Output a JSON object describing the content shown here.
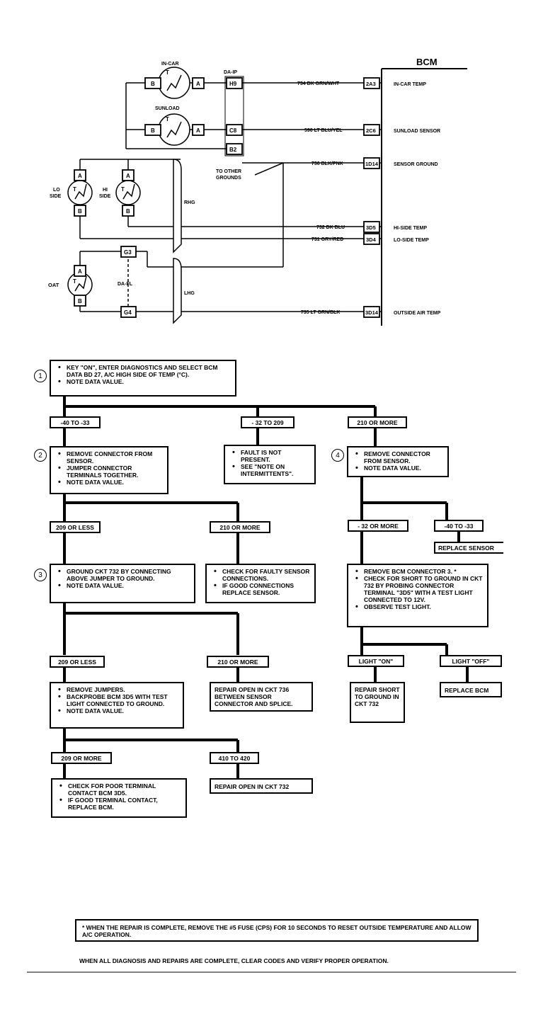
{
  "wiring": {
    "bcm_title": "BCM",
    "in_car": {
      "label": "IN-CAR",
      "pin_b": "B",
      "pin_a": "A",
      "t": "T"
    },
    "sunload": {
      "label": "SUNLOAD",
      "pin_b": "B",
      "pin_a": "A",
      "t": "T"
    },
    "connector_title": "DA-IP",
    "connector_pins": [
      "H9",
      "C8",
      "B2"
    ],
    "circuits": [
      {
        "wire": "734 DK GRN/WHT",
        "pin": "2A3",
        "desc": "IN-CAR TEMP"
      },
      {
        "wire": "590 LT BLU/YEL",
        "pin": "2C6",
        "desc": "SUNLOAD SENSOR"
      },
      {
        "wire": "736 BLK/PNK",
        "pin": "1D14",
        "desc": "SENSOR GROUND"
      },
      {
        "wire": "732 DK BLU",
        "pin": "3D5",
        "desc": "HI-SIDE TEMP"
      },
      {
        "wire": "731 GRY/RED",
        "pin": "3D4",
        "desc": "LO-SIDE TEMP"
      },
      {
        "wire": "735 LT GRN/BLK",
        "pin": "3D14",
        "desc": "OUTSIDE AIR TEMP"
      }
    ],
    "to_other_grounds": [
      "TO OTHER",
      "GROUNDS"
    ],
    "lo_side": [
      "LO",
      "SIDE"
    ],
    "hi_side": [
      "HI",
      "SIDE"
    ],
    "pin_a": "A",
    "pin_b": "B",
    "t": "T",
    "rhg": "RHG",
    "lhg": "LHG",
    "oat": "OAT",
    "da_fl": "DA-FL",
    "g3": "G3",
    "g4": "G4"
  },
  "flow": {
    "step1": {
      "num": "1",
      "items": [
        "KEY \"ON\", ENTER DIAGNOSTICS AND SELECT BCM DATA BD 27, A/C HIGH SIDE OF TEMP (°C).",
        "NOTE DATA VALUE."
      ]
    },
    "r1a": "-40 TO -33",
    "r1b": "- 32 TO 209",
    "r1c": "210 OR MORE",
    "step2": {
      "num": "2",
      "items": [
        "REMOVE CONNECTOR FROM SENSOR.",
        "JUMPER CONNECTOR TERMINALS TOGETHER.",
        "NOTE DATA VALUE."
      ]
    },
    "fault": {
      "items": [
        "FAULT IS NOT PRESENT.",
        "SEE \"NOTE ON INTERMITTENTS\"."
      ]
    },
    "step4": {
      "num": "4",
      "items": [
        "REMOVE CONNECTOR FROM SENSOR.",
        "NOTE DATA VALUE."
      ]
    },
    "r2a": "209 OR LESS",
    "r2b": "210 OR MORE",
    "r4a": "- 32 OR MORE",
    "r4b": "-40 TO -33",
    "replace_sensor": "REPLACE SENSOR",
    "step3": {
      "num": "3",
      "items": [
        "GROUND CKT 732 BY CONNECTING ABOVE JUMPER TO GROUND.",
        "NOTE DATA VALUE."
      ]
    },
    "faulty": {
      "items": [
        "CHECK FOR FAULTY SENSOR CONNECTIONS.",
        "IF GOOD CONNECTIONS REPLACE SENSOR."
      ]
    },
    "bcm3": {
      "items": [
        "REMOVE BCM CONNECTOR 3. *",
        "CHECK FOR SHORT TO GROUND IN CKT 732 BY PROBING CONNECTOR TERMINAL \"3D5\" WITH A TEST LIGHT CONNECTED TO 12V.",
        "OBSERVE TEST LIGHT."
      ]
    },
    "r3a": "209 OR LESS",
    "r3b": "210 OR MORE",
    "light_on": "LIGHT \"ON\"",
    "light_off": "LIGHT \"OFF\"",
    "remove_jumpers": {
      "items": [
        "REMOVE JUMPERS.",
        "BACKPROBE BCM 3D5 WITH TEST LIGHT CONNECTED TO GROUND.",
        "NOTE DATA VALUE."
      ]
    },
    "repair736": "REPAIR OPEN IN CKT 736 BETWEEN SENSOR CONNECTOR AND SPLICE.",
    "repair_short": "REPAIR SHORT TO GROUND IN CKT 732",
    "replace_bcm": "REPLACE BCM",
    "r5a": "209 OR MORE",
    "r5b": "410 TO 420",
    "poor_terminal": {
      "items": [
        "CHECK FOR POOR TERMINAL CONTACT BCM 3D5.",
        "IF GOOD TERMINAL CONTACT, REPLACE BCM."
      ]
    },
    "repair732": "REPAIR OPEN IN CKT 732",
    "footnote": "*   WHEN THE REPAIR IS COMPLETE, REMOVE THE #5 FUSE (CPS) FOR 10 SECONDS TO RESET OUTSIDE TEMPERATURE AND ALLOW A/C OPERATION.",
    "final_note": "WHEN ALL DIAGNOSIS AND REPAIRS ARE COMPLETE, CLEAR CODES AND VERIFY PROPER OPERATION."
  }
}
